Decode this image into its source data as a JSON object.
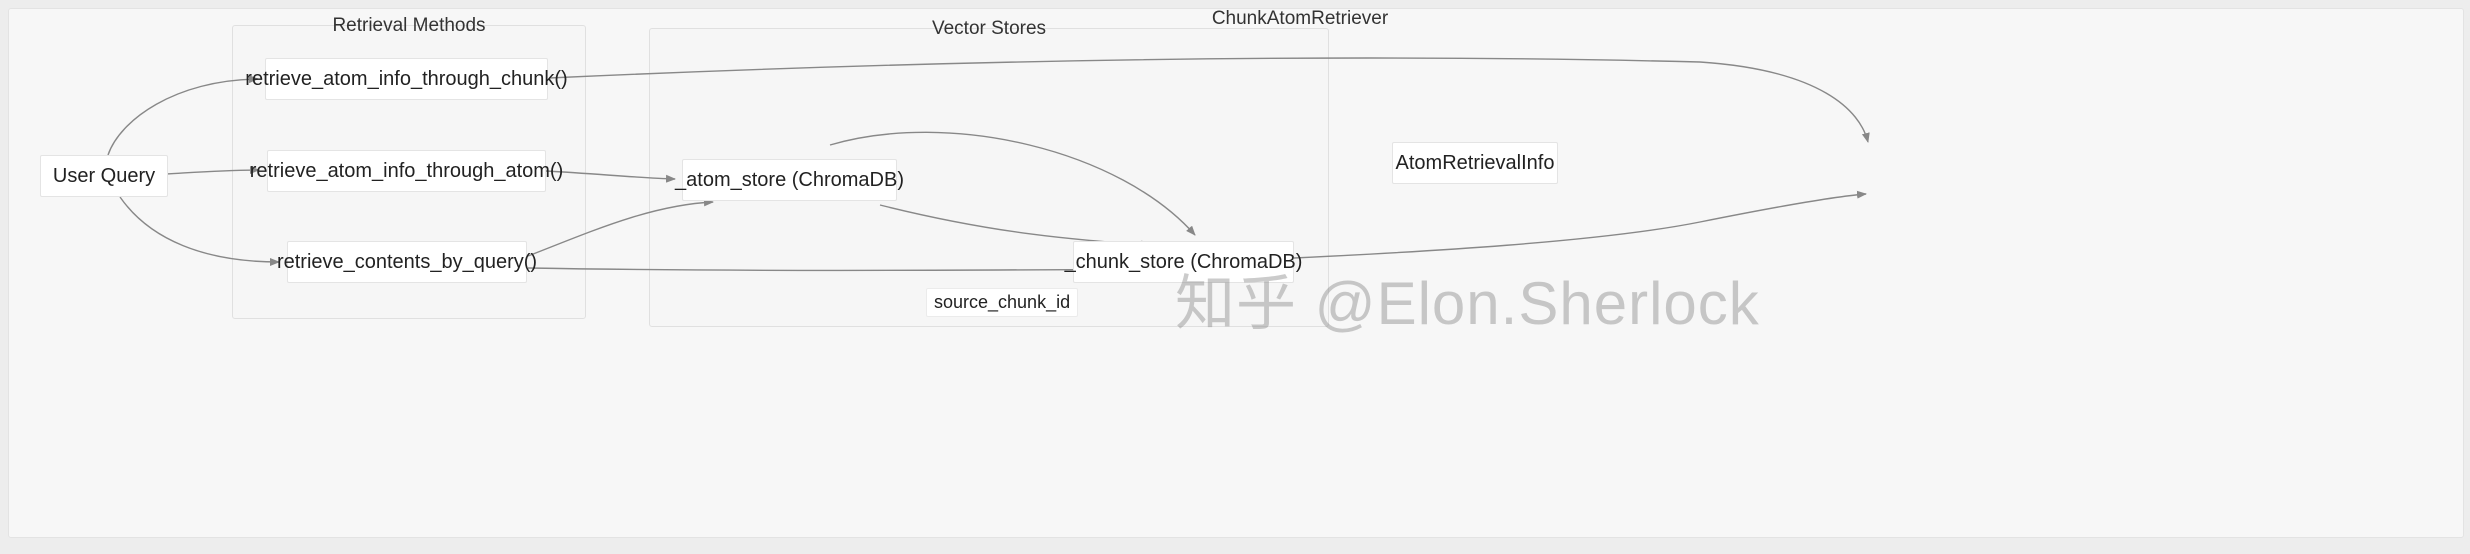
{
  "diagram": {
    "type": "flowchart",
    "direction": "left-to-right",
    "outer_title": "ChunkAtomRetriever",
    "subgraphs": [
      {
        "id": "retrieval_methods",
        "title": "Retrieval Methods"
      },
      {
        "id": "vector_stores",
        "title": "Vector Stores"
      }
    ],
    "nodes": [
      {
        "id": "user_query",
        "label": "User Query"
      },
      {
        "id": "m_chunk",
        "label": "retrieve_atom_info_through_chunk()"
      },
      {
        "id": "m_atom",
        "label": "retrieve_atom_info_through_atom()"
      },
      {
        "id": "m_contents",
        "label": "retrieve_contents_by_query()"
      },
      {
        "id": "atom_store",
        "label": "_atom_store (ChromaDB)"
      },
      {
        "id": "chunk_store",
        "label": "_chunk_store (ChromaDB)"
      },
      {
        "id": "atom_info",
        "label": "AtomRetrievalInfo"
      }
    ],
    "edge_labels": [
      {
        "id": "source_chunk_id",
        "label": "source_chunk_id"
      }
    ]
  },
  "watermark": {
    "logo": "知乎",
    "handle": "@Elon.Sherlock"
  },
  "colors": {
    "page_background": "#ededed",
    "canvas_background": "#f7f7f7",
    "node_fill": "#ffffff",
    "node_border": "#e4e4e4",
    "subgraph_fill": "#f6f6f6",
    "subgraph_border": "#e0e0e0",
    "edge_stroke": "#888888",
    "text": "#222222"
  }
}
